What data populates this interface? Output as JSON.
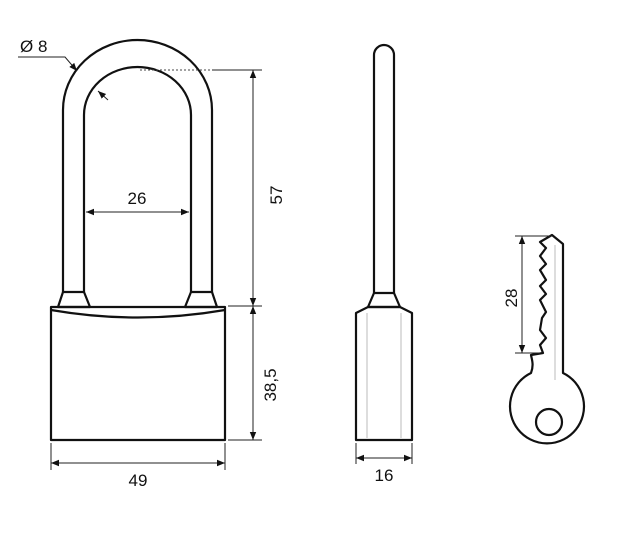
{
  "dimensions": {
    "shackle_diameter": "Ø 8",
    "shackle_inner_width": "26",
    "shackle_height": "57",
    "body_height": "38,5",
    "body_width": "49",
    "body_depth": "16",
    "key_blade_length": "28"
  },
  "colors": {
    "line": "#111111",
    "background": "#ffffff"
  }
}
